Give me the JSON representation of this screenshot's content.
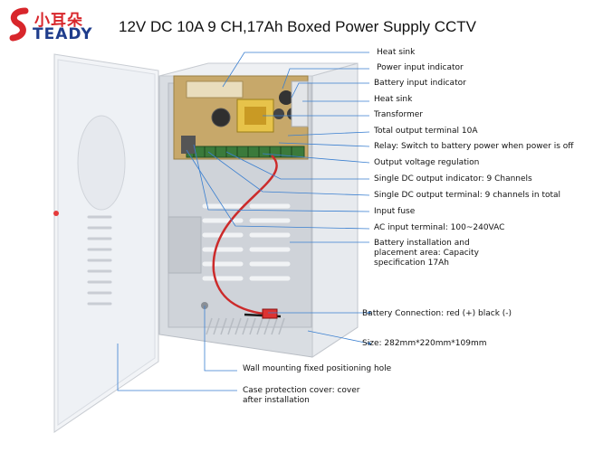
{
  "brand": {
    "name_cn": "小耳朵",
    "name_en": "TEADY"
  },
  "title": "12V DC 10A 9 CH,17Ah Boxed Power Supply CCTV",
  "callouts": {
    "heat_sink_1": "Heat sink",
    "power_input_indicator": "Power input indicator",
    "battery_input_indicator": "Battery input indicator",
    "heat_sink_2": "Heat sink",
    "transformer": "Transformer",
    "total_output_terminal": "Total output terminal 10A",
    "relay": "Relay: Switch to battery power when power is off",
    "output_voltage_regulation": "Output voltage regulation",
    "single_dc_output_indicator": "Single DC output indicator: 9 Channels",
    "single_dc_output_terminal": "Single DC output terminal: 9 channels in total",
    "input_fuse": "Input fuse",
    "ac_input_terminal": "AC input terminal: 100~240VAC",
    "battery_area": "Battery installation and placement area: Capacity specification 17Ah",
    "battery_connection": "Battery Connection: red (+) black (-)",
    "size": "Size:  282mm*220mm*109mm",
    "wall_mounting": "Wall mounting fixed positioning hole",
    "case_cover": "Case protection cover: cover after installation"
  },
  "colors": {
    "leader": "#3a7fd0",
    "brand_red": "#d8262b",
    "brand_blue": "#1f3d8c",
    "wire": "#cc2a2a"
  }
}
